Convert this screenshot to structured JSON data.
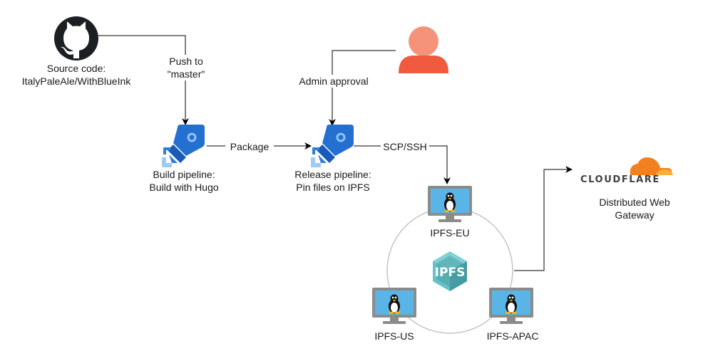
{
  "nodes": {
    "github": {
      "label_line1": "Source code:",
      "label_line2": "ItalyPaleAle/WithBlueInk"
    },
    "build": {
      "label_line1": "Build pipeline:",
      "label_line2": "Build with Hugo"
    },
    "release": {
      "label_line1": "Release pipeline:",
      "label_line2": "Pin files on IPFS"
    },
    "admin": {
      "color": "#f05a3f"
    },
    "ipfs_eu": {
      "label": "IPFS-EU"
    },
    "ipfs_us": {
      "label": "IPFS-US"
    },
    "ipfs_apac": {
      "label": "IPFS-APAC"
    },
    "ipfs_logo": {
      "text": "IPFS",
      "color": "#4a9ea1"
    },
    "cloudflare": {
      "wordmark": "CLOUDFLARE",
      "label_line1": "Distributed Web",
      "label_line2": "Gateway",
      "color": "#f38020"
    }
  },
  "edges": {
    "push": {
      "label_line1": "Push to",
      "label_line2": "\"master\""
    },
    "approval": {
      "label": "Admin approval"
    },
    "package": {
      "label": "Package"
    },
    "scp": {
      "label": "SCP/SSH"
    }
  },
  "icons": [
    "github-icon",
    "azure-pipelines-icon",
    "user-icon",
    "linux-vm-icon",
    "ipfs-icon",
    "cloudflare-cloud-icon"
  ]
}
